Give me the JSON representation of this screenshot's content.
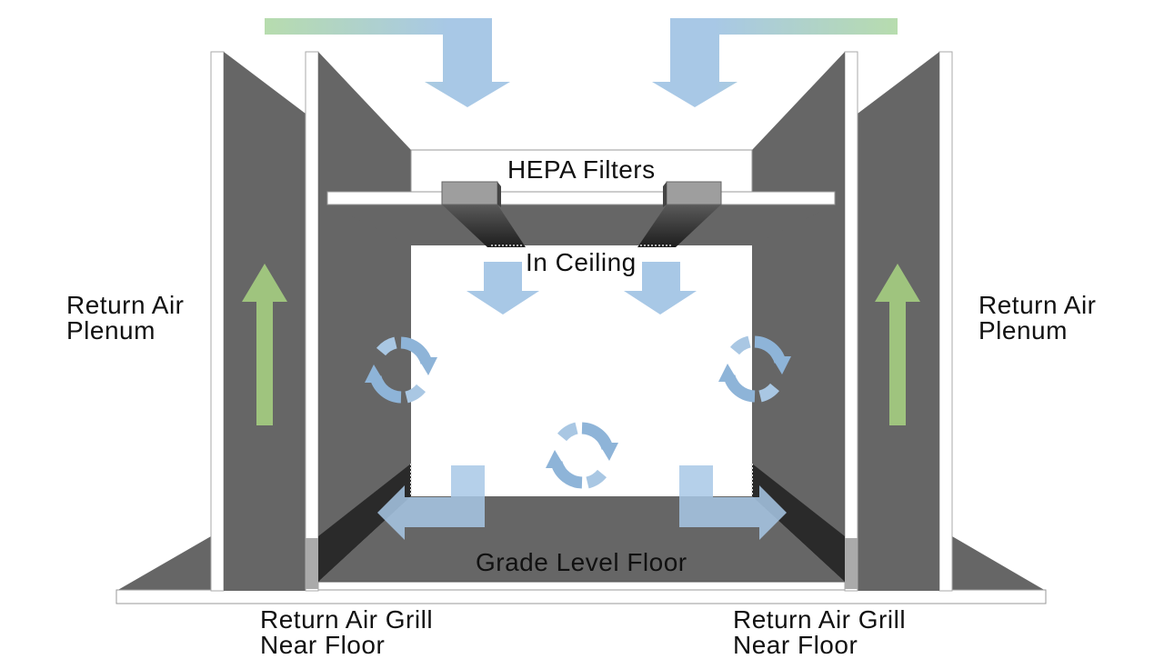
{
  "labels": {
    "hepa": "HEPA Filters",
    "ceiling": "In Ceiling",
    "floor": "Grade Level Floor",
    "return_plenum_left": "Return Air\nPlenum",
    "return_plenum_right": "Return Air\nPlenum",
    "return_grill_left": "Return Air Grill\nNear Floor",
    "return_grill_right": "Return Air Grill\nNear Floor"
  },
  "colors": {
    "wall": "#666666",
    "dark": "#333333",
    "supply_air": "#a8c8e6",
    "recirc": "#8eb4d8",
    "return_air": "#9fc47e",
    "fresh_air": "#b7dcae"
  },
  "icons": {
    "recirculation": "recirculation-icon",
    "supply": "arrow-down-icon",
    "return": "arrow-up-icon"
  }
}
